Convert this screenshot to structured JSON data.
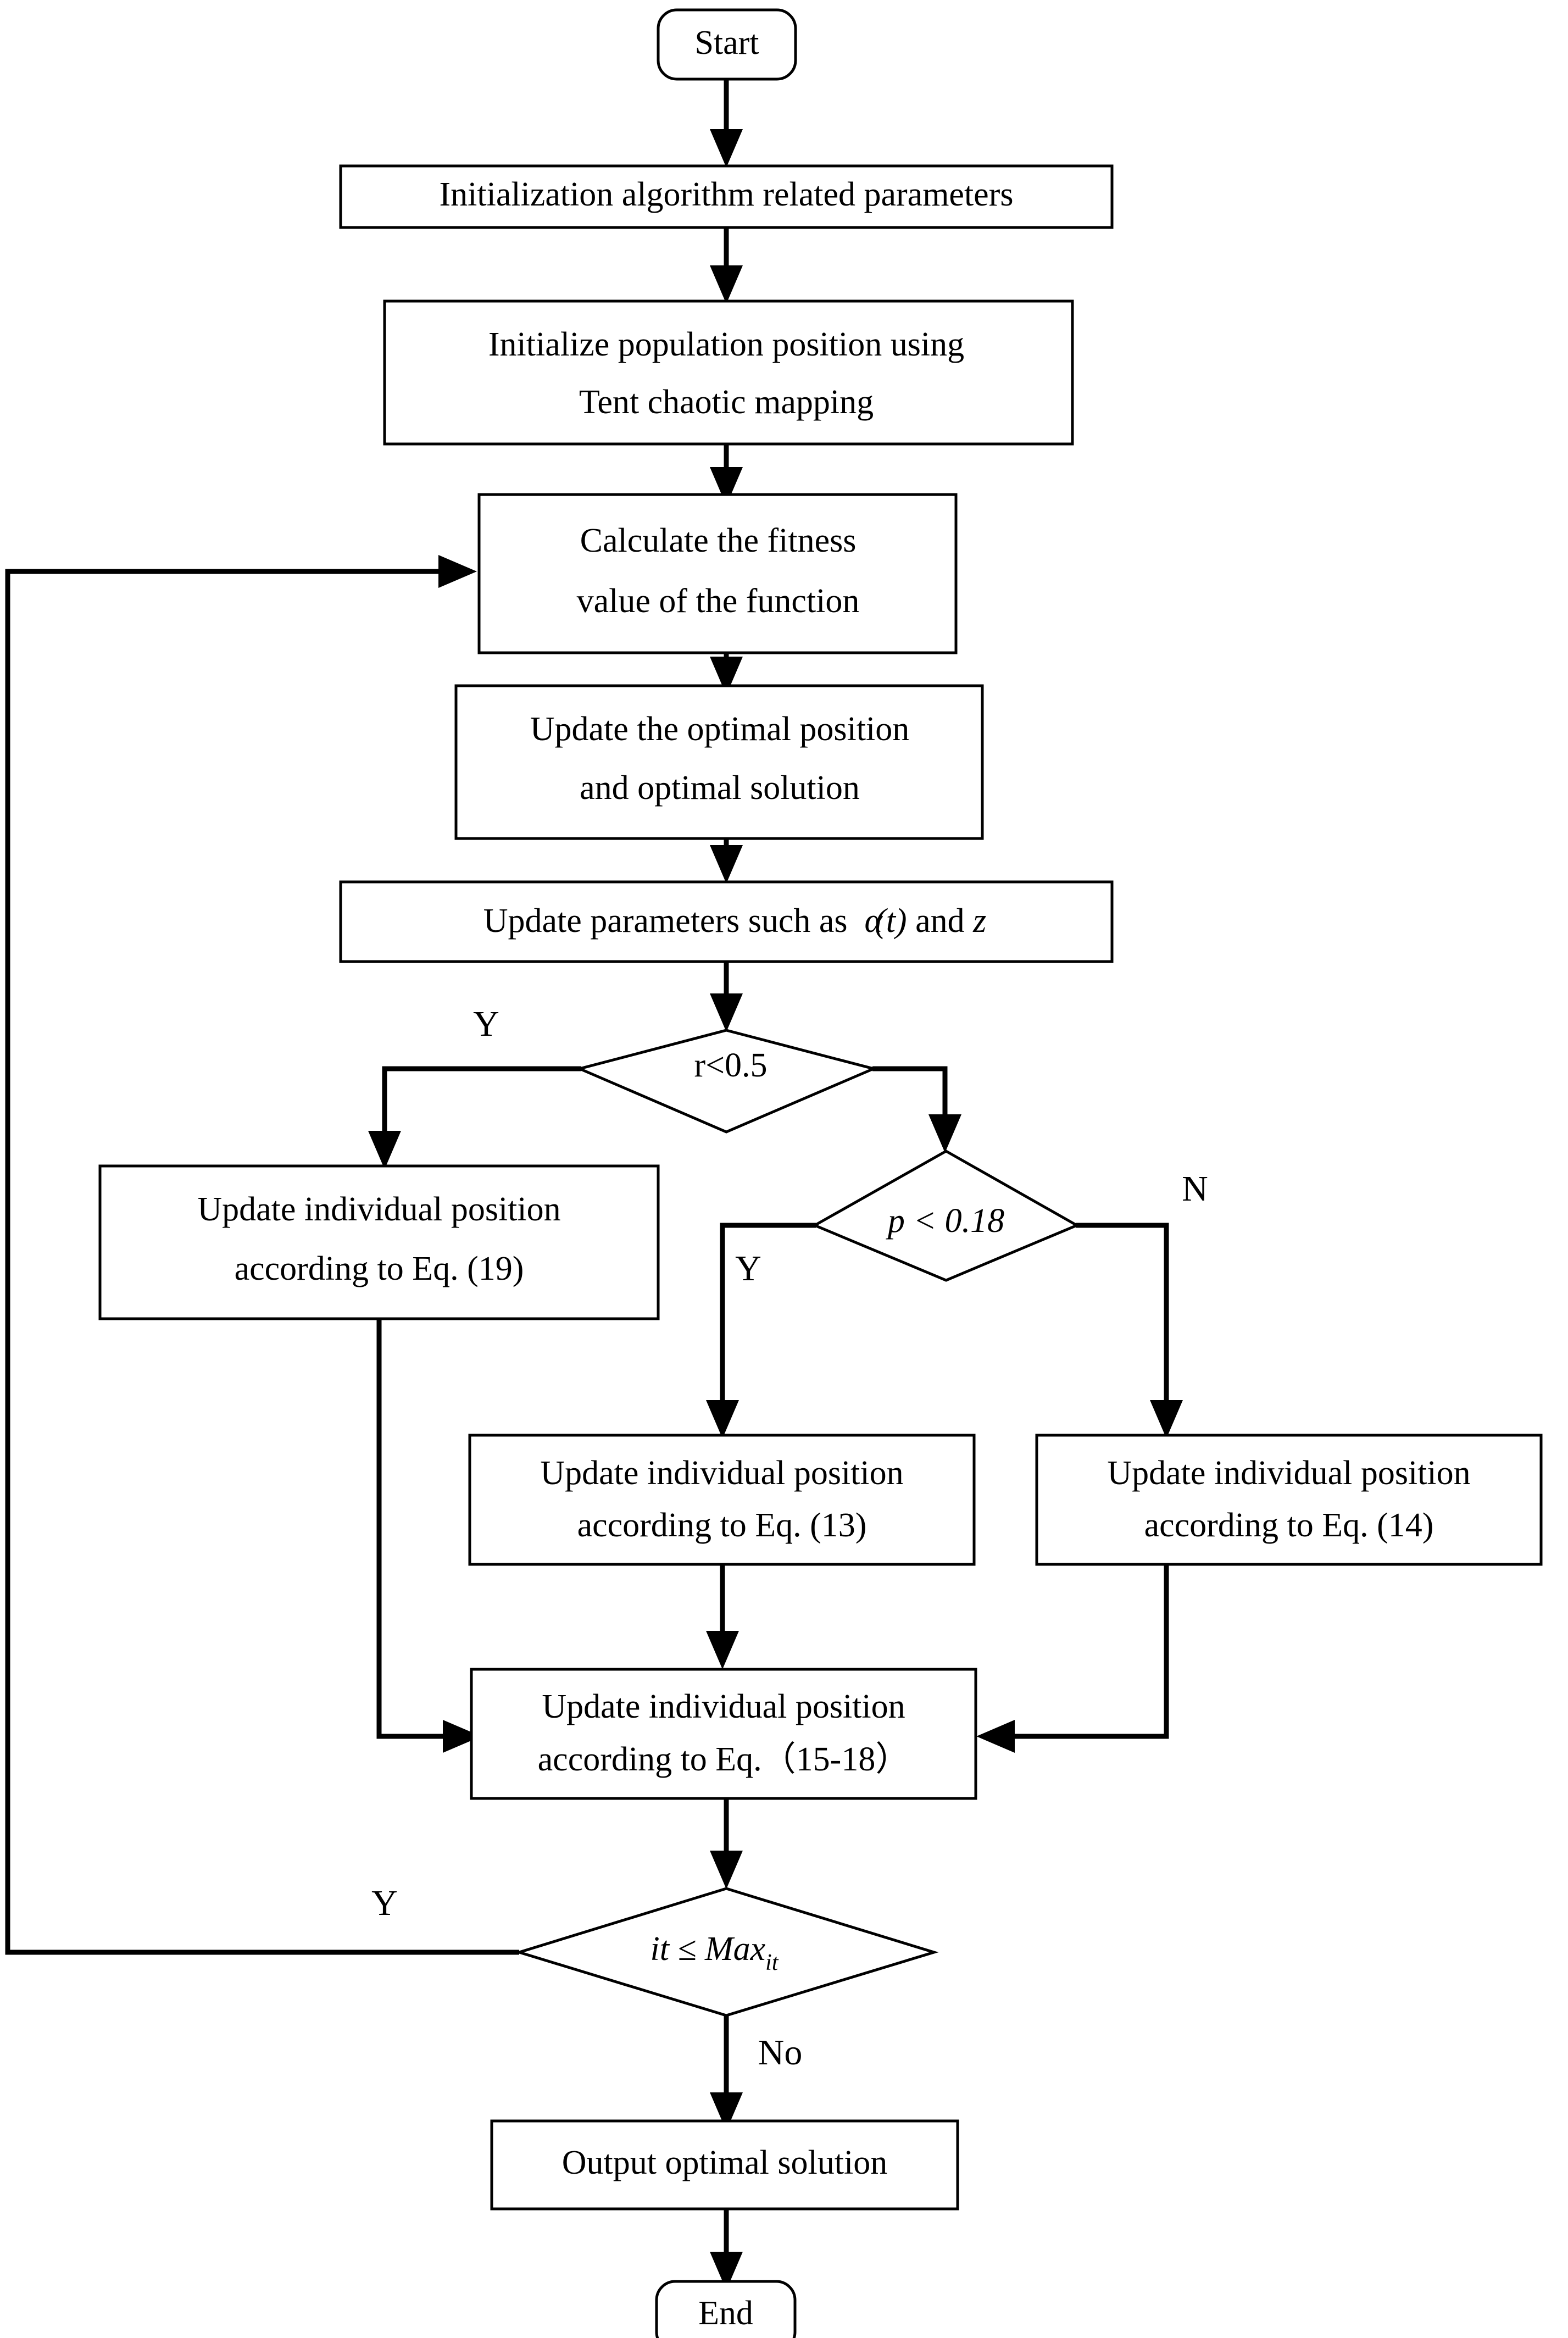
{
  "diagram": {
    "title": "Algorithm flowchart",
    "style": {
      "line_color": "#000000",
      "fill_color": "#ffffff",
      "background": "#ffffff"
    }
  },
  "nodes": {
    "start": {
      "label": "Start",
      "shape": "terminator"
    },
    "init_params": {
      "label": "Initialization algorithm related parameters",
      "shape": "process"
    },
    "init_population": {
      "line1": "Initialize population position using",
      "line2": "Tent chaotic mapping",
      "shape": "process"
    },
    "calc_fitness": {
      "line1": "Calculate the fitness",
      "line2": "value of the function",
      "shape": "process"
    },
    "update_optimal": {
      "line1": "Update the optimal position",
      "line2": "and optimal solution",
      "shape": "process"
    },
    "update_params": {
      "prefix": "Update parameters such as  ",
      "symbol": "α",
      "paren": "(t)",
      "suffix": " and ",
      "var": "z",
      "shape": "process"
    },
    "decision_r": {
      "label": "r<0.5",
      "shape": "diamond"
    },
    "decision_p": {
      "label": "p < 0.18",
      "shape": "diamond"
    },
    "eq19": {
      "line1": "Update individual position",
      "line2": "according to Eq. (19)",
      "shape": "process"
    },
    "eq13": {
      "line1": "Update individual position",
      "line2": "according to Eq. (13)",
      "shape": "process"
    },
    "eq14": {
      "line1": "Update individual position",
      "line2": "according to Eq. (14)",
      "shape": "process"
    },
    "eq15_18": {
      "line1": "Update individual position",
      "line2": "according to Eq.（15-18）",
      "shape": "process"
    },
    "decision_it": {
      "lhs": "it ≤ Max",
      "sub": "it",
      "shape": "diamond"
    },
    "output": {
      "label": "Output optimal solution",
      "shape": "process"
    },
    "end": {
      "label": "End",
      "shape": "terminator"
    }
  },
  "edge_labels": {
    "r_yes": "Y",
    "p_yes": "Y",
    "p_no": "N",
    "it_yes": "Y",
    "it_no": "No"
  }
}
